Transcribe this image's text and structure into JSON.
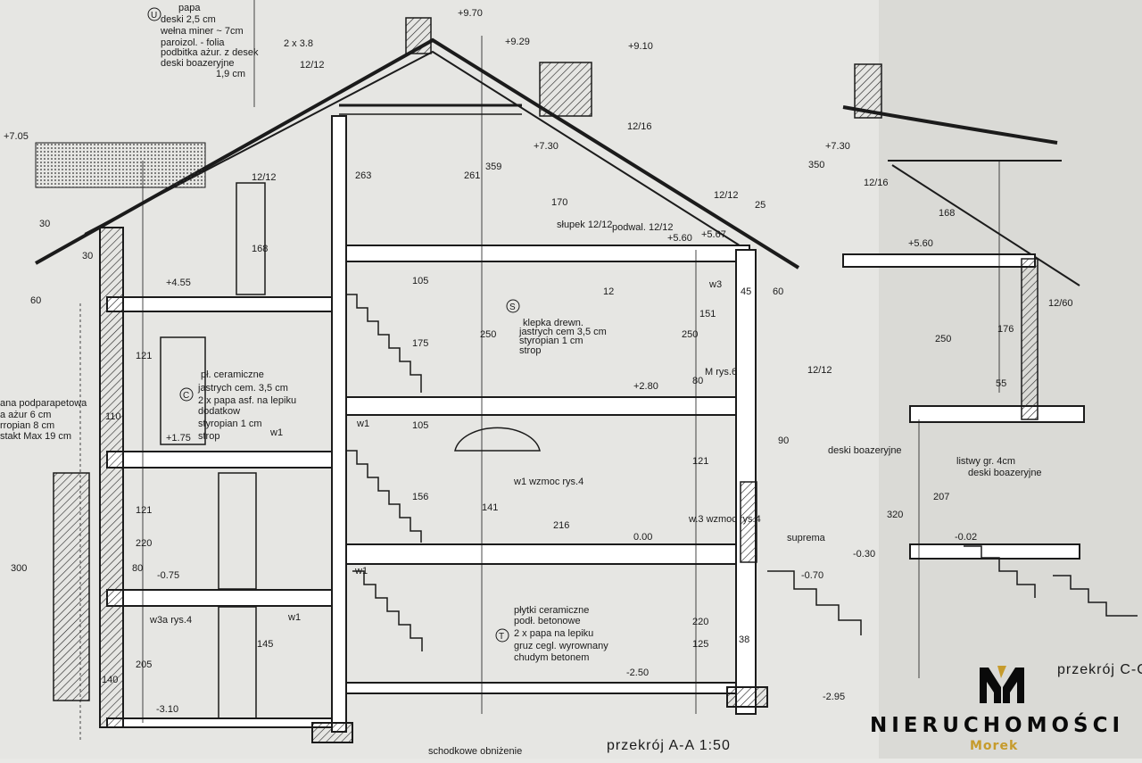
{
  "drawing": {
    "title": "przekrój A-A 1:50",
    "title_cc": "przekrój C-C",
    "levels": [
      "+9.70",
      "+9.29",
      "+9.10",
      "+7.30",
      "+7.30",
      "+7.05",
      "+5.67",
      "+5.60",
      "+5.60",
      "+4.55",
      "+2.80",
      "+1.75",
      "0.00",
      "-0.02",
      "-0.30",
      "-0.70",
      "-0.75",
      "-2.50",
      "-2.95",
      "-3.10"
    ],
    "dimensions": [
      "359",
      "263",
      "261",
      "250",
      "250",
      "250",
      "175",
      "176",
      "170",
      "168",
      "168",
      "156",
      "151",
      "141",
      "121",
      "121",
      "121",
      "105",
      "105",
      "80",
      "80",
      "60",
      "60",
      "45",
      "30",
      "30",
      "25",
      "220",
      "220",
      "216",
      "207",
      "205",
      "145",
      "140",
      "125",
      "110",
      "90",
      "55",
      "38",
      "12",
      "300",
      "320",
      "350"
    ],
    "members": [
      "2 x 3.8",
      "12/12",
      "12/16",
      "12/12",
      "12/12",
      "12/12",
      "12/16",
      "12/60",
      "słupek 12/12",
      "podwal. 12/12",
      "w3",
      "w1",
      "w1",
      "w1",
      "w1",
      "w3a rys.4",
      "w.3 wzmoc rys.4",
      "w1 wzmoc rys.4",
      "M rys.6"
    ],
    "notes": {
      "roof": [
        "papa",
        "deski 2,5 cm",
        "wełna miner ~ 7cm",
        "paroizol. - folia",
        "podbitka ażur. z desek",
        "deski boazeryjne",
        "1,9 cm"
      ],
      "floor_s": [
        "klepka drewn.",
        "jastrych cem 3,5 cm",
        "styropian 1 cm",
        "strop"
      ],
      "floor_c": [
        "pł. ceramiczne",
        "jastrych cem. 3,5 cm",
        "2 x papa asf. na lepiku",
        "dodatkow",
        "styropian 1 cm",
        "strop"
      ],
      "floor_t": [
        "płytki ceramiczne",
        "podł. betonowe",
        "2 x papa na lepiku",
        "gruz cegl. wyrownany",
        "chudym betonem"
      ],
      "wall": [
        "ana podparapetowa",
        "a ażur 6 cm",
        "rropian 8 cm",
        "stakt Max 19 cm"
      ],
      "right": [
        "deski boazeryjne",
        "listwy gr. 4cm",
        "deski boazeryjne",
        "suprema",
        "schodkowe obniżenie"
      ]
    },
    "markers": [
      "U",
      "S",
      "C",
      "T"
    ]
  },
  "watermark": {
    "brand": "NIERUCHOMOŚCI",
    "sub": "Morek",
    "gold": "#c69b2c",
    "dark": "#0a0a0a"
  }
}
